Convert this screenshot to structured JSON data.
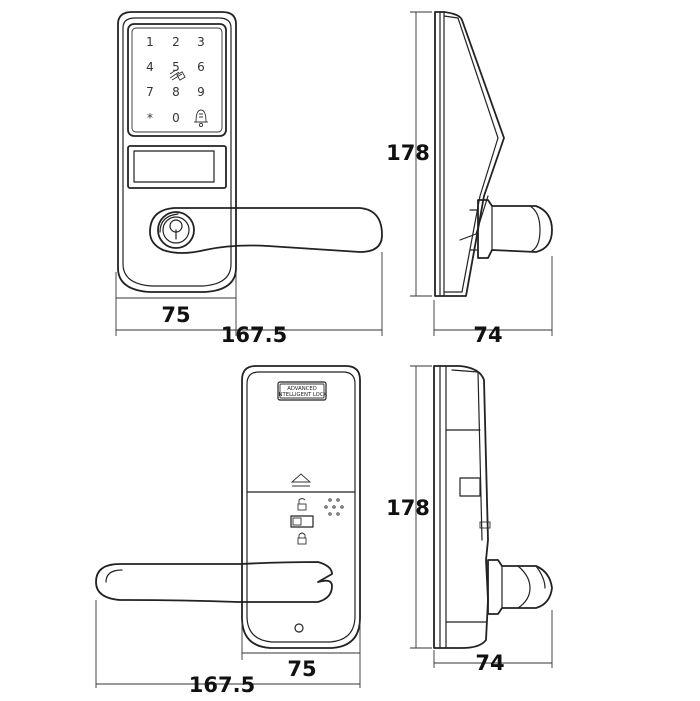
{
  "keypad": {
    "keys": [
      "1",
      "2",
      "3",
      "4",
      "5",
      "6",
      "7",
      "8",
      "9",
      "*",
      "0"
    ],
    "card_icon": "card-reader-icon",
    "bell_icon": "doorbell-icon"
  },
  "rear_plate": {
    "line1": "ADVANCED",
    "line2": "INTELLIGENT LOCK"
  },
  "dimensions": {
    "front": {
      "body_width": "75",
      "total_width": "167.5"
    },
    "front_side": {
      "height": "178",
      "depth": "74"
    },
    "back": {
      "body_width": "75",
      "total_width": "167.5"
    },
    "back_side": {
      "height": "178",
      "depth": "74"
    }
  }
}
